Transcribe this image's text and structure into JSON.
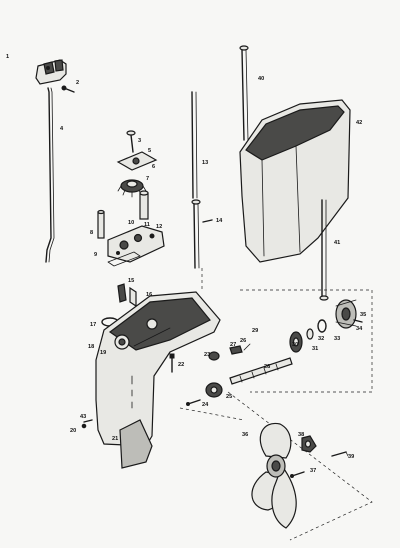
{
  "colors": {
    "ink": "#1a1a1a",
    "paper": "#f7f7f5",
    "shade_light": "#e8e8e4",
    "shade_mid": "#bdbdb8",
    "shade_dark": "#4a4a48"
  },
  "callouts": {
    "p1": "1",
    "p2": "2",
    "p3": "3",
    "p4": "4",
    "p5": "5",
    "p6": "6",
    "p7": "7",
    "p8": "8",
    "p9": "9",
    "p10": "10",
    "p11": "11",
    "p12": "12",
    "p13": "13",
    "p14": "14",
    "p15": "15",
    "p16": "16",
    "p17": "17",
    "p18": "18",
    "p19": "19",
    "p20": "20",
    "p21": "21",
    "p22": "22",
    "p23": "23",
    "p24": "24",
    "p25": "25",
    "p26": "26",
    "p27": "27",
    "p28": "28",
    "p29": "29",
    "p30": "30",
    "p31": "31",
    "p32": "32",
    "p33": "33",
    "p34": "34",
    "p35": "35",
    "p36": "36",
    "p37": "37",
    "p38": "38",
    "p39": "39",
    "p40": "40",
    "p41": "41",
    "p42": "42",
    "p43": "43"
  }
}
